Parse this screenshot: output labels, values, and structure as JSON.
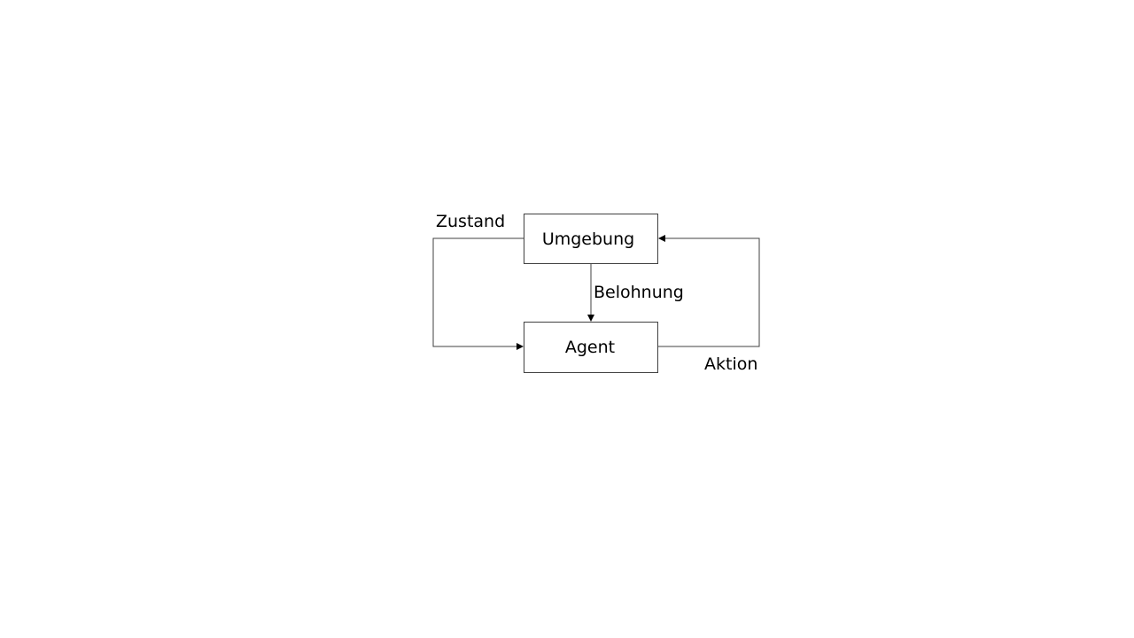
{
  "diagram": {
    "title": "",
    "nodes": [
      {
        "id": "environment",
        "label": "Umgebung"
      },
      {
        "id": "agent",
        "label": "Agent"
      }
    ],
    "edges": [
      {
        "from": "environment",
        "to": "agent",
        "label": "Zustand",
        "route": "left loop"
      },
      {
        "from": "environment",
        "to": "agent",
        "label": "Belohnung",
        "route": "direct vertical"
      },
      {
        "from": "agent",
        "to": "environment",
        "label": "Aktion",
        "route": "right loop"
      }
    ],
    "colors": {
      "line": "#404040",
      "background": "#ffffff",
      "text": "#000000"
    }
  }
}
